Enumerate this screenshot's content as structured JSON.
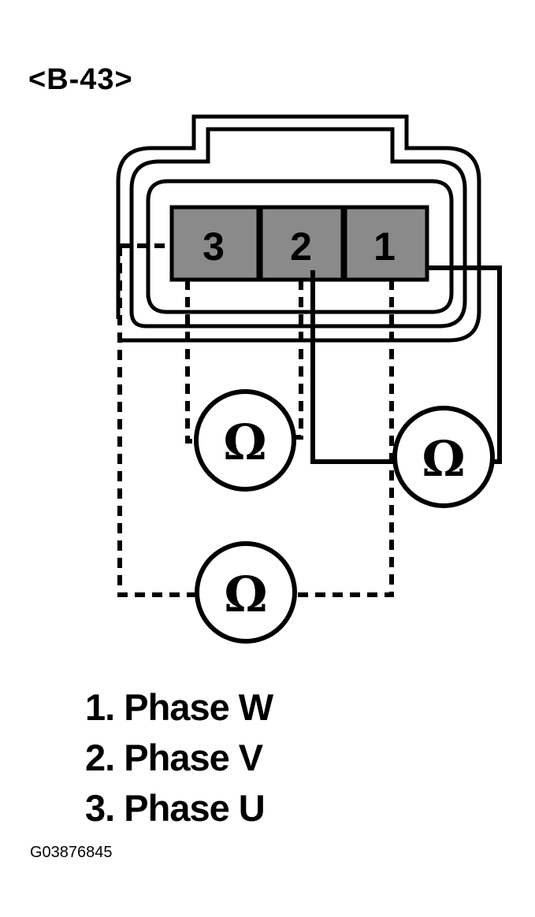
{
  "connector_id": "<B-43>",
  "pins": [
    {
      "label": "3"
    },
    {
      "label": "2"
    },
    {
      "label": "1"
    }
  ],
  "meter_symbol": "Ω",
  "legend": [
    "1. Phase W",
    "2. Phase V",
    "3. Phase U"
  ],
  "figure_code": "G03876845"
}
